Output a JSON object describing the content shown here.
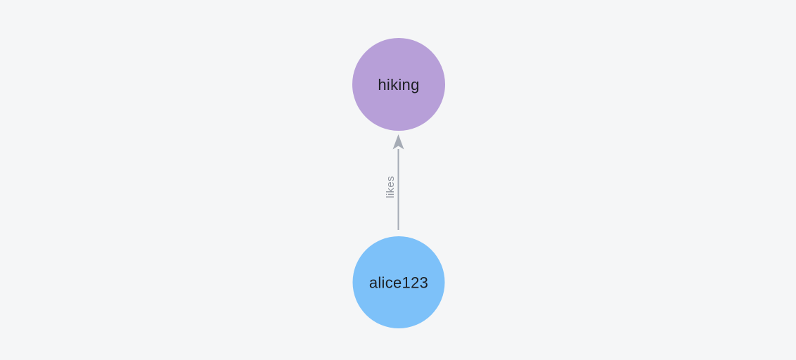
{
  "canvas": {
    "background_color": "#f5f6f7"
  },
  "graph": {
    "nodes": [
      {
        "id": "hiking",
        "label": "hiking",
        "color": "#b79fd8",
        "text_color": "#1d1f23"
      },
      {
        "id": "alice123",
        "label": "alice123",
        "color": "#7dc1f9",
        "text_color": "#1d1f23"
      }
    ],
    "edge": {
      "label": "likes",
      "from": "alice123",
      "to": "hiking",
      "color": "#a5abb5",
      "label_color": "#8f949d"
    }
  }
}
